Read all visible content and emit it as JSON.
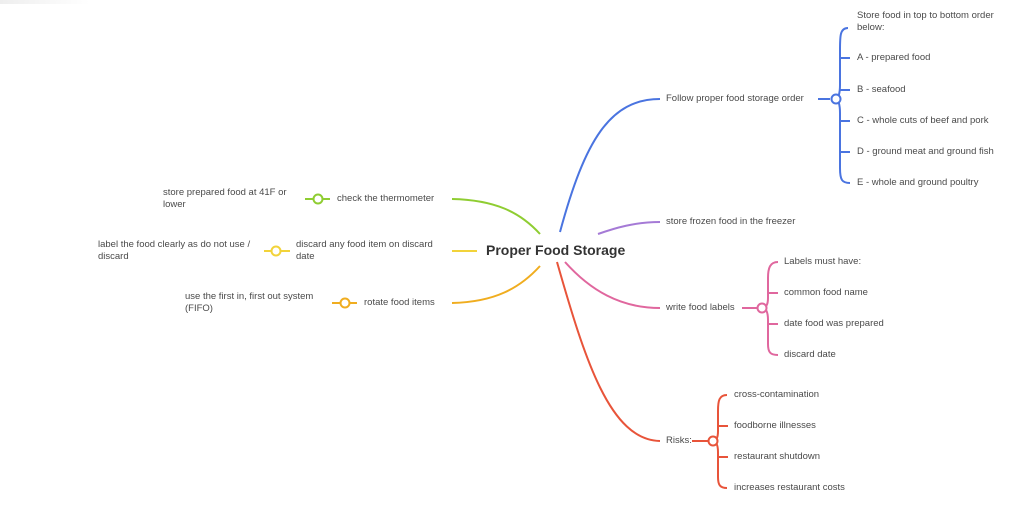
{
  "center": "Proper Food Storage",
  "colors": {
    "blue": "#4a74e0",
    "purple": "#a57ad6",
    "pink": "#e0679e",
    "red": "#e8543a",
    "green": "#8fcd32",
    "yellow": "#f2d33a",
    "orange": "#f0ad1f"
  },
  "right": {
    "order": {
      "label": "Follow proper food storage order",
      "children": [
        "Store food in top to bottom order below:",
        "A - prepared food",
        "B - seafood",
        "C - whole cuts of beef and pork",
        "D - ground meat and ground fish",
        "E - whole and ground poultry"
      ]
    },
    "frozen": {
      "label": "store frozen food in the freezer"
    },
    "labels": {
      "label": "write food labels",
      "children": [
        "Labels must have:",
        "common food name",
        "date food was prepared",
        "discard date"
      ]
    },
    "risks": {
      "label": "Risks:",
      "children": [
        "cross-contamination",
        "foodborne illnesses",
        "restaurant shutdown",
        "increases restaurant costs"
      ]
    }
  },
  "left": {
    "thermo": {
      "label": "check the thermometer",
      "child": "store prepared food at 41F or lower"
    },
    "discard": {
      "label": "discard any food item on discard date",
      "child": "label the food clearly as do not use / discard"
    },
    "rotate": {
      "label": "rotate food items",
      "child": "use the first in, first out system (FIFO)"
    }
  }
}
